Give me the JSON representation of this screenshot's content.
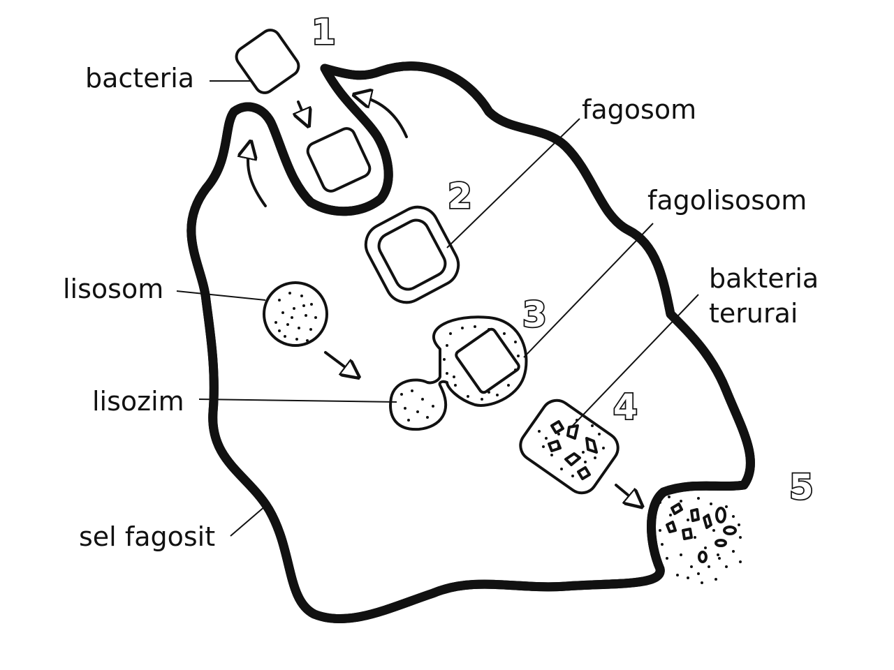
{
  "labels": {
    "bacteria": "bacteria",
    "fagosom": "fagosom",
    "fagolisosom": "fagolisosom",
    "bakteria_terurai_line1": "bakteria",
    "bakteria_terurai_line2": "terurai",
    "lisosom": "lisosom",
    "lisozim": "lisozim",
    "sel_fagosit": "sel fagosit"
  },
  "steps": [
    "1",
    "2",
    "3",
    "4",
    "5"
  ],
  "colors": {
    "ink": "#111111",
    "background": "#ffffff"
  }
}
